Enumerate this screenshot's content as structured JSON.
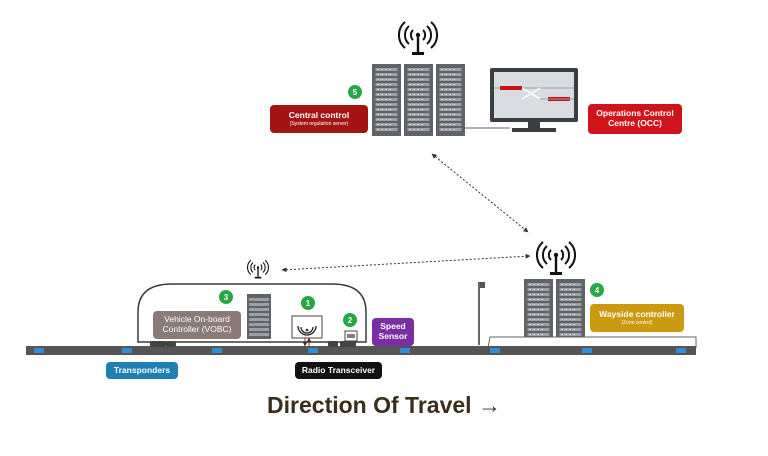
{
  "labels": {
    "central": {
      "title": "Central control",
      "sub": "(System regulation server)",
      "color": "#a31515"
    },
    "occ": {
      "title": "Operations Control Centre (OCC)",
      "color": "#d0141b"
    },
    "vobc": {
      "title": "Vehicle On-board Controller (VOBC)",
      "color": "#8a7a78"
    },
    "speed": {
      "title": "Speed Sensor",
      "color": "#7a2ea3"
    },
    "wayside": {
      "title": "Wayside controller",
      "sub": "(Zone control)",
      "color": "#cc9a10"
    },
    "transponders": {
      "title": "Transponders",
      "color": "#1f7fb5"
    },
    "radio": {
      "title": "Radio Transceiver",
      "color": "#111111"
    }
  },
  "badges": [
    "1",
    "2",
    "3",
    "4",
    "5"
  ],
  "direction": "Direction Of Travel →",
  "colors": {
    "track": "#555555",
    "transponder": "#2f8fcf",
    "badge": "#27a844",
    "signal_red": "#cc1111"
  }
}
